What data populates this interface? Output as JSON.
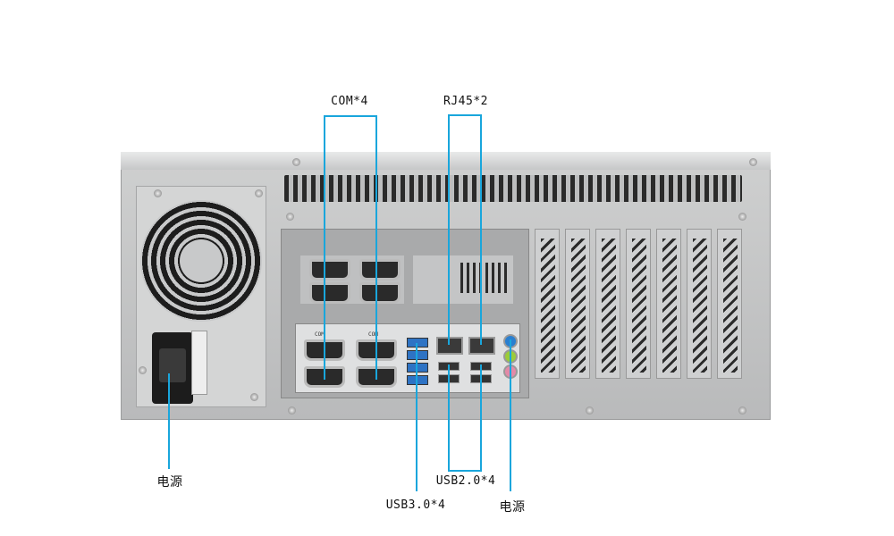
{
  "annotations": {
    "com": "COM*4",
    "rj45": "RJ45*2",
    "usb2": "USB2.0*4",
    "usb3": "USB3.0*4",
    "power_left": "电源",
    "power_right": "电源"
  },
  "colors": {
    "callout_line": "#19a6dc",
    "chassis": "#c4c5c6"
  },
  "io_labels": {
    "com": "COM"
  }
}
